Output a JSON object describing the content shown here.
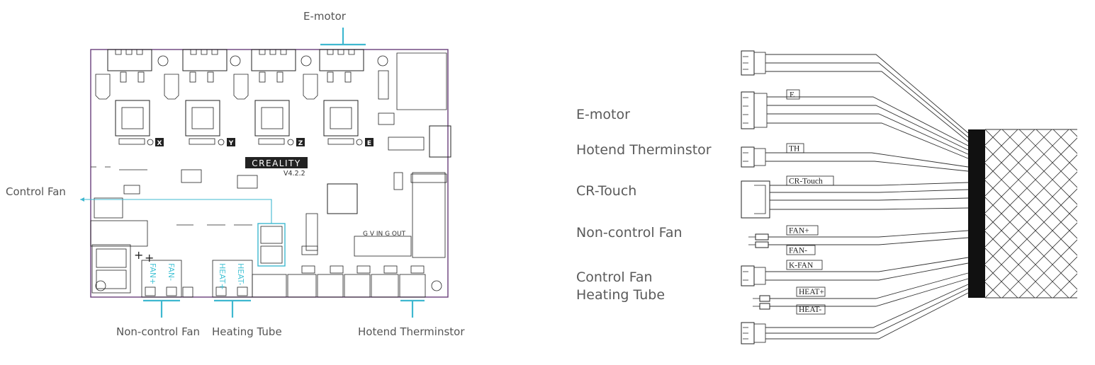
{
  "board": {
    "brand": "CREALITY",
    "version": "V4.2.2",
    "axes": [
      "X",
      "Y",
      "Z",
      "E"
    ],
    "pins_fan": [
      "FAN+",
      "FAN-"
    ],
    "pins_heat": [
      "HEAT+",
      "HEAT-"
    ],
    "header_pins": "G V IN G OUT"
  },
  "callouts": {
    "emotor": "E-motor",
    "control_fan": "Control Fan",
    "noncontrol_fan": "Non-control Fan",
    "heating_tube": "Heating Tube",
    "hotend_therm": "Hotend Therminstor"
  },
  "harness": {
    "side_labels": [
      "E-motor",
      "Hotend Therminstor",
      "CR-Touch",
      "Non-control Fan",
      "Control Fan",
      "Heating Tube"
    ],
    "tags": {
      "e": "E",
      "th": "TH",
      "cr": "CR-Touch",
      "fanp": "FAN+",
      "fanm": "FAN-",
      "kfan": "K-FAN",
      "heatp": "HEAT+",
      "heatm": "HEAT-"
    }
  },
  "colors": {
    "accent": "#3fb8d0",
    "board_outline": "#6a3f7a",
    "line": "#222222"
  }
}
